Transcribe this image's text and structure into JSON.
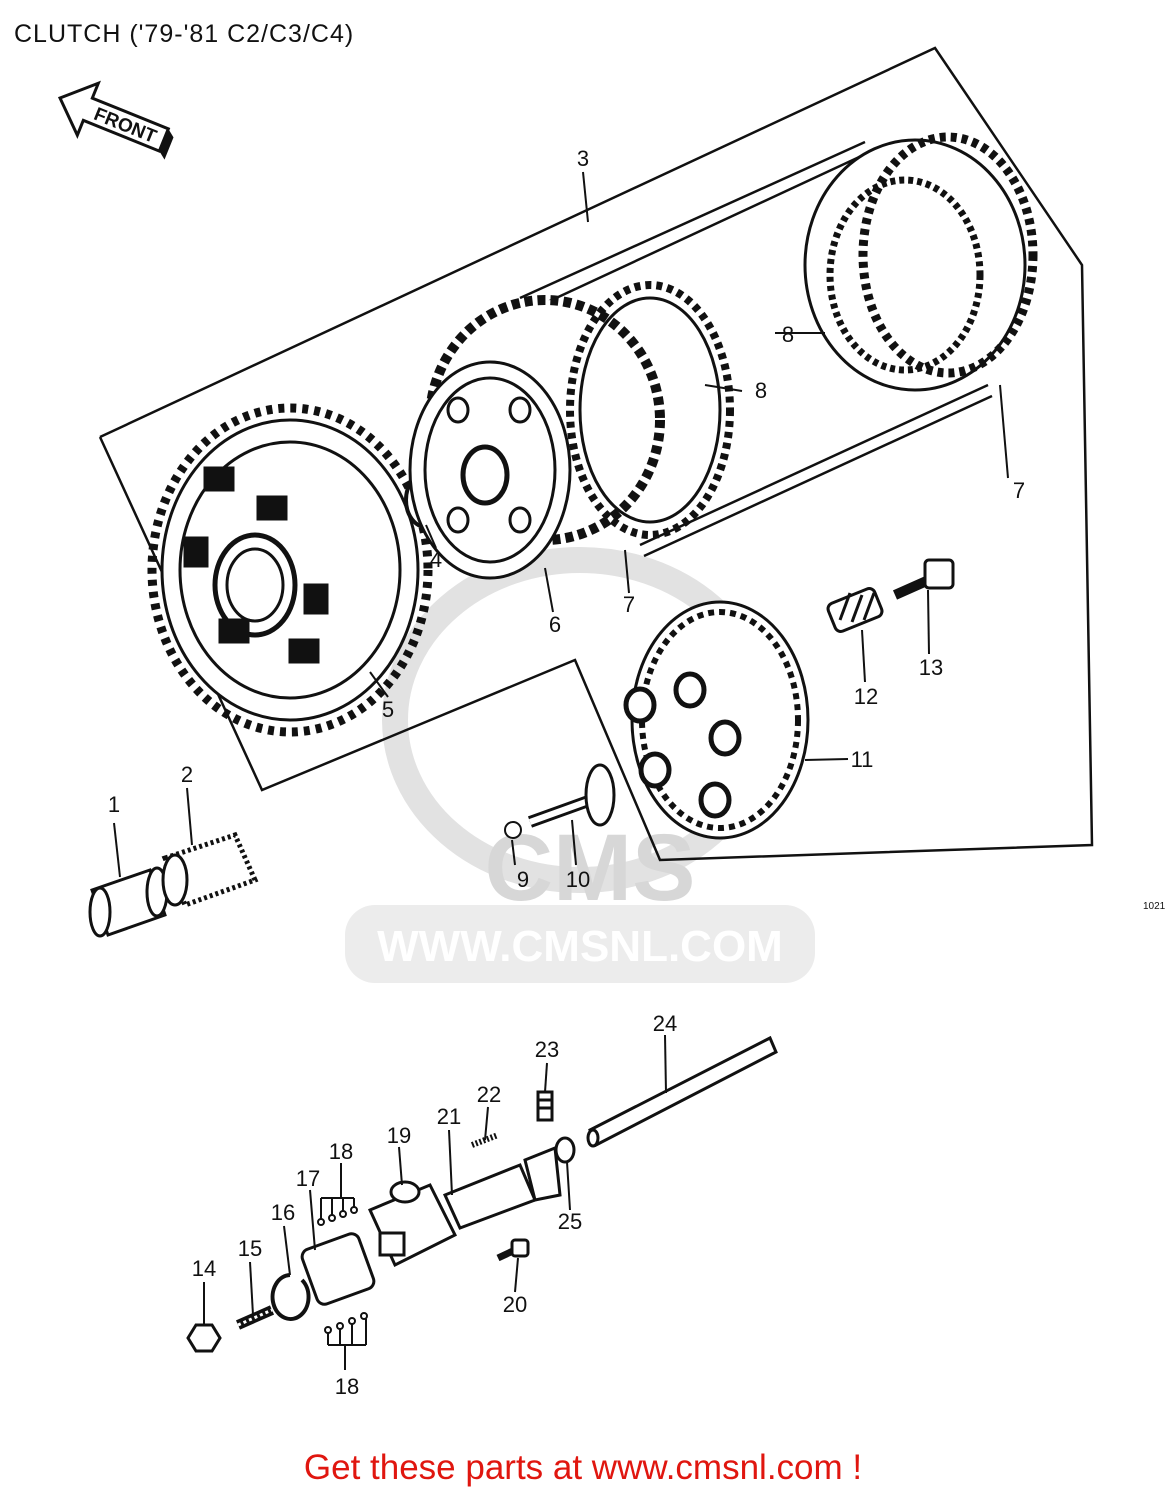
{
  "title": "CLUTCH ('79-'81 C2/C3/C4)",
  "front_label": "FRONT",
  "figure_code": "1021",
  "watermark": {
    "brand": "CMS",
    "url": "WWW.CMSNL.COM"
  },
  "callouts": [
    {
      "id": "c1",
      "text": "1"
    },
    {
      "id": "c2",
      "text": "2"
    },
    {
      "id": "c3",
      "text": "3"
    },
    {
      "id": "c4",
      "text": "4"
    },
    {
      "id": "c5",
      "text": "5"
    },
    {
      "id": "c6",
      "text": "6"
    },
    {
      "id": "c7a",
      "text": "7"
    },
    {
      "id": "c7b",
      "text": "7"
    },
    {
      "id": "c8a",
      "text": "8"
    },
    {
      "id": "c8b",
      "text": "8"
    },
    {
      "id": "c9",
      "text": "9"
    },
    {
      "id": "c10",
      "text": "10"
    },
    {
      "id": "c11",
      "text": "11"
    },
    {
      "id": "c12",
      "text": "12"
    },
    {
      "id": "c13",
      "text": "13"
    },
    {
      "id": "c14",
      "text": "14"
    },
    {
      "id": "c15",
      "text": "15"
    },
    {
      "id": "c16",
      "text": "16"
    },
    {
      "id": "c17",
      "text": "17"
    },
    {
      "id": "c18a",
      "text": "18"
    },
    {
      "id": "c18b",
      "text": "18"
    },
    {
      "id": "c19",
      "text": "19"
    },
    {
      "id": "c20",
      "text": "20"
    },
    {
      "id": "c21",
      "text": "21"
    },
    {
      "id": "c22",
      "text": "22"
    },
    {
      "id": "c23",
      "text": "23"
    },
    {
      "id": "c24",
      "text": "24"
    },
    {
      "id": "c25",
      "text": "25"
    }
  ],
  "footer": "Get these parts at www.cmsnl.com !"
}
